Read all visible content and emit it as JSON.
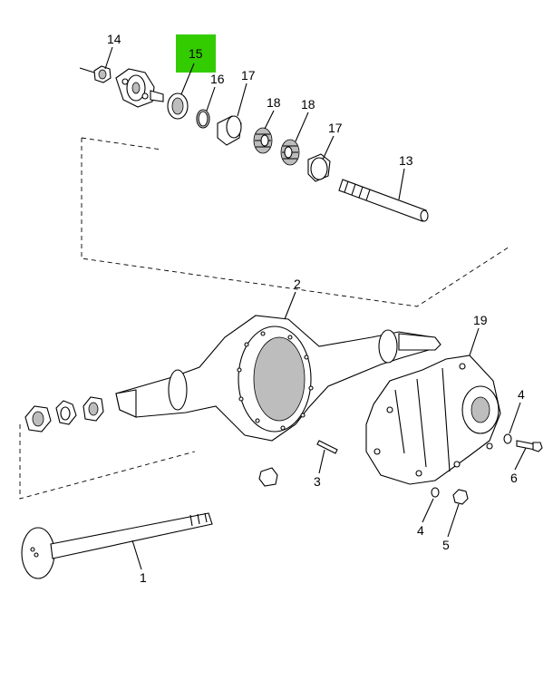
{
  "highlight_color": "#33cc00",
  "callouts": {
    "p1": "1",
    "p2": "2",
    "p3": "3",
    "p4a": "4",
    "p4b": "4",
    "p5": "5",
    "p6": "6",
    "p13": "13",
    "p14": "14",
    "p15": "15",
    "p16": "16",
    "p17a": "17",
    "p17b": "17",
    "p18a": "18",
    "p18b": "18",
    "p19": "19"
  }
}
